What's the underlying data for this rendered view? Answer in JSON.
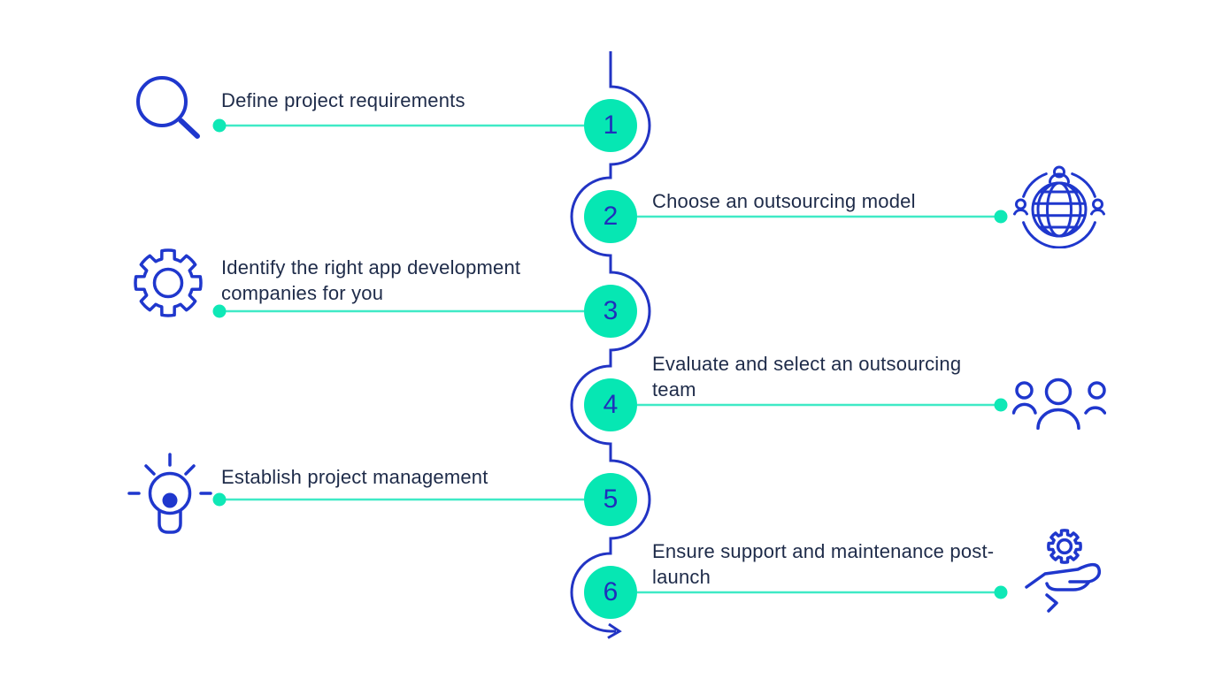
{
  "colors": {
    "circle_fill": "#06E7B3",
    "connector_line": "#3FEAC6",
    "connector_dot": "#0FE8B6",
    "timeline_blue": "#2234C4",
    "icon_blue": "#1F37CD",
    "number_blue": "#1F2FBC",
    "text_dark": "#1E2B49",
    "background": "#FFFFFF"
  },
  "diagram": {
    "type": "vertical-step-timeline",
    "step_count": 6
  },
  "steps": [
    {
      "number": "1",
      "label": "Define project requirements",
      "side": "left",
      "icon": "magnifier-icon"
    },
    {
      "number": "2",
      "label": "Choose an outsourcing model",
      "side": "right",
      "icon": "globe-people-icon"
    },
    {
      "number": "3",
      "label": "Identify the right app development companies for you",
      "side": "left",
      "icon": "gear-icon"
    },
    {
      "number": "4",
      "label": "Evaluate and select an outsourcing team",
      "side": "right",
      "icon": "team-icon"
    },
    {
      "number": "5",
      "label": "Establish project management",
      "side": "left",
      "icon": "lightbulb-icon"
    },
    {
      "number": "6",
      "label": "Ensure support and maintenance post-launch",
      "side": "right",
      "icon": "hand-gear-icon"
    }
  ]
}
